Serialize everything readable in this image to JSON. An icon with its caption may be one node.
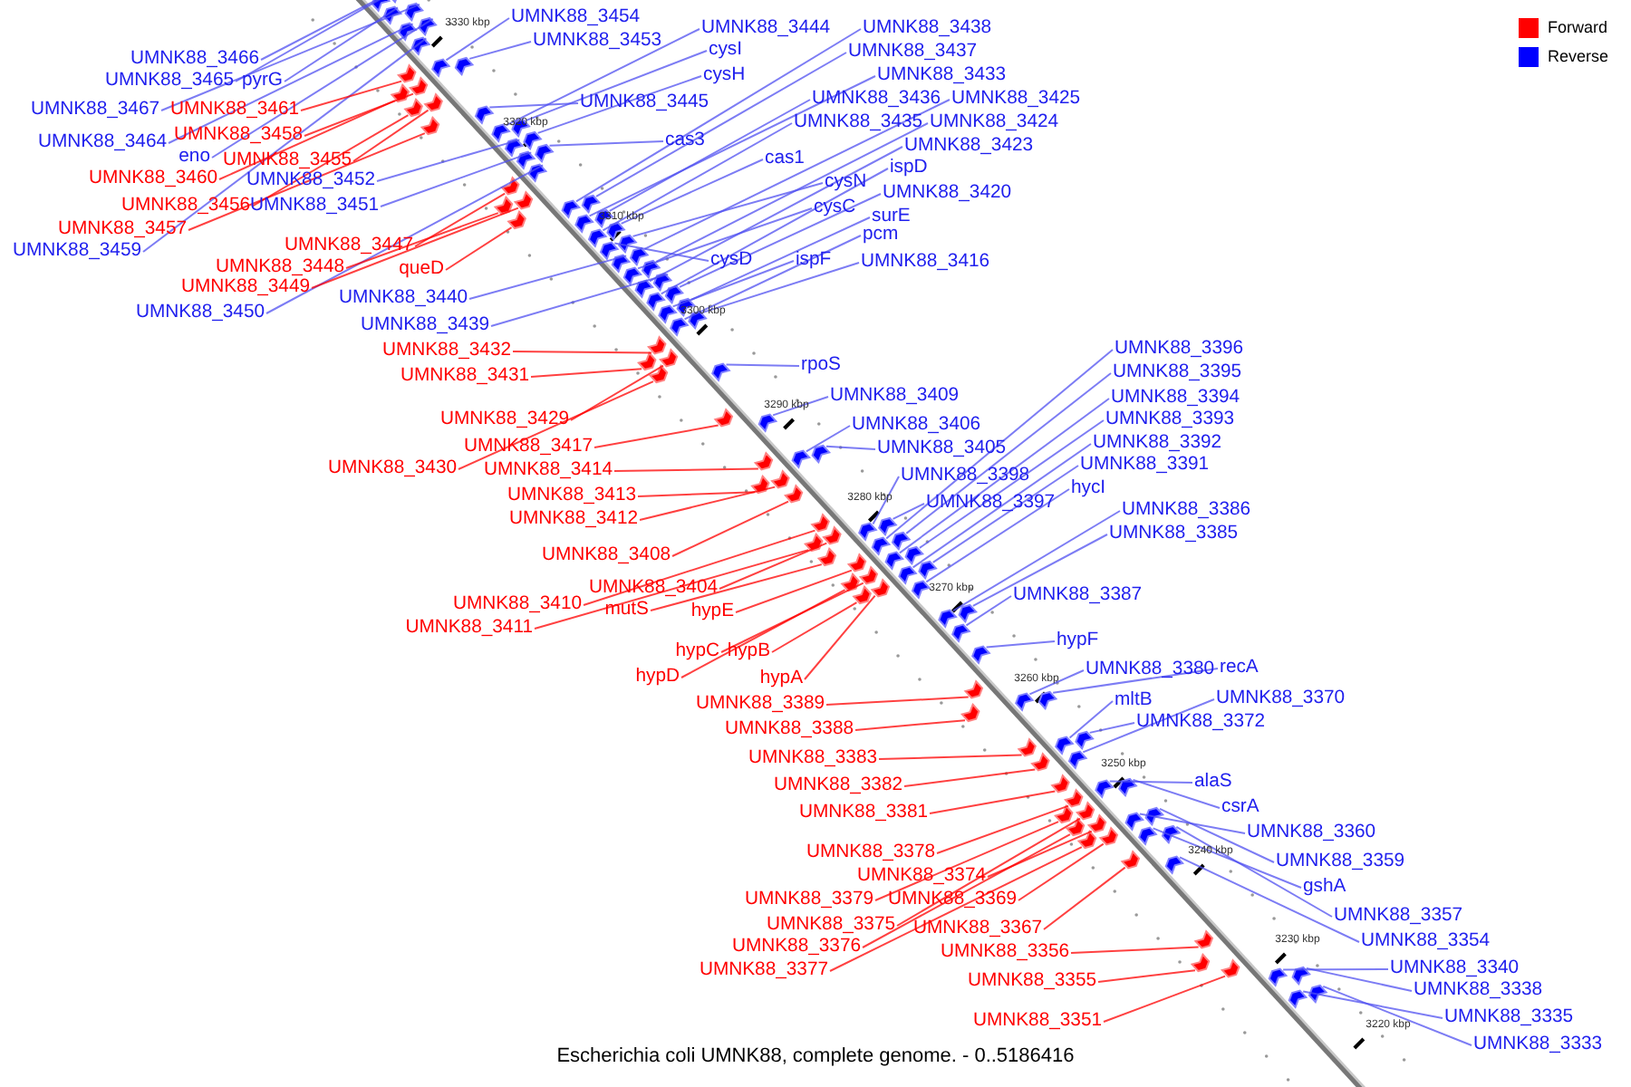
{
  "diagram": {
    "caption": "Escherichia coli UMNK88, complete genome. - 0..5186416",
    "nodes": [
      {
        "text": [
          "UMNK88_3466"
        ]
      },
      {
        "text": [
          "UMNK88_3465"
        ]
      },
      {
        "text": [
          "pyrG"
        ]
      },
      {
        "text": [
          "UMNK88_3467"
        ]
      },
      {
        "text": [
          "UMNK88_3464"
        ]
      },
      {
        "text": [
          "eno"
        ]
      },
      {
        "text": [
          "UMNK88_3452"
        ]
      },
      {
        "text": [
          "UMNK88_3451"
        ]
      },
      {
        "text": [
          "UMNK88_3459"
        ]
      },
      {
        "text": [
          "UMNK88_3450"
        ]
      },
      {
        "text": [
          "UMNK88_3440"
        ]
      },
      {
        "text": [
          "UMNK88_3439"
        ]
      },
      {
        "text": [
          "UMNK88_3461"
        ]
      },
      {
        "text": [
          "UMNK88_3458"
        ]
      },
      {
        "text": [
          "UMNK88_3455"
        ]
      },
      {
        "text": [
          "UMNK88_3460"
        ]
      },
      {
        "text": [
          "UMNK88_3456"
        ]
      },
      {
        "text": [
          "UMNK88_3457"
        ]
      },
      {
        "text": [
          "UMNK88_3447"
        ]
      },
      {
        "text": [
          "UMNK88_3448"
        ]
      },
      {
        "text": [
          "UMNK88_3449"
        ]
      },
      {
        "text": [
          "queD"
        ]
      },
      {
        "text": [
          "UMNK88_3432"
        ]
      },
      {
        "text": [
          "UMNK88_3431"
        ]
      },
      {
        "text": [
          "UMNK88_3429"
        ]
      },
      {
        "text": [
          "UMNK88_3417"
        ]
      },
      {
        "text": [
          "UMNK88_3430"
        ]
      },
      {
        "text": [
          "UMNK88_3414"
        ]
      },
      {
        "text": [
          "UMNK88_3413"
        ]
      },
      {
        "text": [
          "UMNK88_3412"
        ]
      },
      {
        "text": [
          "UMNK88_3408"
        ]
      },
      {
        "text": [
          "UMNK88_3404"
        ]
      },
      {
        "text": [
          "UMNK88_3410"
        ]
      },
      {
        "text": [
          "mutS"
        ]
      },
      {
        "text": [
          "hypE"
        ]
      },
      {
        "text": [
          "UMNK88_3411"
        ]
      },
      {
        "text": [
          "hypC"
        ]
      },
      {
        "text": [
          "hypB"
        ]
      },
      {
        "text": [
          "hypD"
        ]
      },
      {
        "text": [
          "hypA"
        ]
      },
      {
        "text": [
          "UMNK88_3389"
        ]
      },
      {
        "text": [
          "UMNK88_3388"
        ]
      },
      {
        "text": [
          "UMNK88_3383"
        ]
      },
      {
        "text": [
          "UMNK88_3382"
        ]
      },
      {
        "text": [
          "UMNK88_3381"
        ]
      },
      {
        "text": [
          "UMNK88_3378"
        ]
      },
      {
        "text": [
          "UMNK88_3374"
        ]
      },
      {
        "text": [
          "UMNK88_3379"
        ]
      },
      {
        "text": [
          "UMNK88_3369"
        ]
      },
      {
        "text": [
          "UMNK88_3375"
        ]
      },
      {
        "text": [
          "UMNK88_3367"
        ]
      },
      {
        "text": [
          "UMNK88_3376"
        ]
      },
      {
        "text": [
          "UMNK88_3356"
        ]
      },
      {
        "text": [
          "UMNK88_3377"
        ]
      },
      {
        "text": [
          "UMNK88_3355"
        ]
      },
      {
        "text": [
          "UMNK88_3351"
        ]
      },
      {
        "text": [
          "UMNK88_3454"
        ]
      },
      {
        "text": [
          "UMNK88_3453"
        ]
      },
      {
        "text": [
          "UMNK88_3444"
        ]
      },
      {
        "text": [
          "cysI"
        ]
      },
      {
        "text": [
          "cysH"
        ]
      },
      {
        "text": [
          "UMNK88_3445"
        ]
      },
      {
        "text": [
          "cas3"
        ]
      },
      {
        "text": [
          "cas1"
        ]
      },
      {
        "text": [
          "UMNK88_3438"
        ]
      },
      {
        "text": [
          "UMNK88_3437"
        ]
      },
      {
        "text": [
          "UMNK88_3433"
        ]
      },
      {
        "text": [
          "UMNK88_3436"
        ]
      },
      {
        "text": [
          "UMNK88_3425"
        ]
      },
      {
        "text": [
          "UMNK88_3435"
        ]
      },
      {
        "text": [
          "UMNK88_3424"
        ]
      },
      {
        "text": [
          "UMNK88_3423"
        ]
      },
      {
        "text": [
          "ispD"
        ]
      },
      {
        "text": [
          "cysN"
        ]
      },
      {
        "text": [
          "UMNK88_3420"
        ]
      },
      {
        "text": [
          "cysC"
        ]
      },
      {
        "text": [
          "surE"
        ]
      },
      {
        "text": [
          "pcm"
        ]
      },
      {
        "text": [
          "cysD"
        ]
      },
      {
        "text": [
          "ispF"
        ]
      },
      {
        "text": [
          "UMNK88_3416"
        ]
      },
      {
        "text": [
          "rpoS"
        ]
      },
      {
        "text": [
          "UMNK88_3409"
        ]
      },
      {
        "text": [
          "UMNK88_3406"
        ]
      },
      {
        "text": [
          "UMNK88_3405"
        ]
      },
      {
        "text": [
          "UMNK88_3398"
        ]
      },
      {
        "text": [
          "UMNK88_3397"
        ]
      },
      {
        "text": [
          "UMNK88_3396"
        ]
      },
      {
        "text": [
          "UMNK88_3395"
        ]
      },
      {
        "text": [
          "UMNK88_3394"
        ]
      },
      {
        "text": [
          "UMNK88_3393"
        ]
      },
      {
        "text": [
          "UMNK88_3392"
        ]
      },
      {
        "text": [
          "UMNK88_3391"
        ]
      },
      {
        "text": [
          "hycI"
        ]
      },
      {
        "text": [
          "UMNK88_3386"
        ]
      },
      {
        "text": [
          "UMNK88_3385"
        ]
      },
      {
        "text": [
          "UMNK88_3387"
        ]
      },
      {
        "text": [
          "hypF"
        ]
      },
      {
        "text": [
          "UMNK88_3380"
        ]
      },
      {
        "text": [
          "recA"
        ]
      },
      {
        "text": [
          "mltB"
        ]
      },
      {
        "text": [
          "UMNK88_3370"
        ]
      },
      {
        "text": [
          "UMNK88_3372"
        ]
      },
      {
        "text": [
          "alaS"
        ]
      },
      {
        "text": [
          "csrA"
        ]
      },
      {
        "text": [
          "UMNK88_3360"
        ]
      },
      {
        "text": [
          "UMNK88_3359"
        ]
      },
      {
        "text": [
          "gshA"
        ]
      },
      {
        "text": [
          "UMNK88_3357"
        ]
      },
      {
        "text": [
          "UMNK88_3354"
        ]
      },
      {
        "text": [
          "UMNK88_3340"
        ]
      },
      {
        "text": [
          "UMNK88_3338"
        ]
      },
      {
        "text": [
          "UMNK88_3335"
        ]
      },
      {
        "text": [
          "UMNK88_3333"
        ]
      },
      {
        "text": [],
        "shape": "arrow"
      },
      {
        "text": [],
        "shape": "arrow"
      },
      {
        "text": [],
        "shape": "arrow"
      },
      {
        "text": [],
        "shape": "arrow"
      },
      {
        "text": [],
        "shape": "arrow"
      },
      {
        "text": [],
        "shape": "arrow"
      },
      {
        "text": [],
        "shape": "arrow"
      },
      {
        "text": [],
        "shape": "arrow"
      },
      {
        "text": [],
        "shape": "arrow"
      },
      {
        "text": [],
        "shape": "arrow"
      },
      {
        "text": [],
        "shape": "arrow"
      },
      {
        "text": [],
        "shape": "arrow"
      },
      {
        "text": [],
        "shape": "arrow"
      },
      {
        "text": [],
        "shape": "arrow"
      },
      {
        "text": [],
        "shape": "arrow"
      },
      {
        "text": [],
        "shape": "arrow"
      },
      {
        "text": [],
        "shape": "arrow"
      },
      {
        "text": [],
        "shape": "arrow"
      },
      {
        "text": [],
        "shape": "arrow"
      },
      {
        "text": [],
        "shape": "arrow"
      },
      {
        "text": [],
        "shape": "arrow"
      },
      {
        "text": [],
        "shape": "arrow"
      },
      {
        "text": [],
        "shape": "arrow"
      },
      {
        "text": [],
        "shape": "arrow"
      },
      {
        "text": [],
        "shape": "arrow"
      },
      {
        "text": [],
        "shape": "arrow"
      },
      {
        "text": [],
        "shape": "arrow"
      },
      {
        "text": [],
        "shape": "arrow"
      },
      {
        "text": [],
        "shape": "arrow"
      },
      {
        "text": [],
        "shape": "arrow"
      },
      {
        "text": [],
        "shape": "arrow"
      },
      {
        "text": [],
        "shape": "arrow"
      },
      {
        "text": [],
        "shape": "arrow"
      },
      {
        "text": [],
        "shape": "arrow"
      },
      {
        "text": [],
        "shape": "arrow"
      },
      {
        "text": [],
        "shape": "arrow"
      },
      {
        "text": [],
        "shape": "arrow"
      },
      {
        "text": [],
        "shape": "arrow"
      },
      {
        "text": [],
        "shape": "arrow"
      },
      {
        "text": [],
        "shape": "arrow"
      },
      {
        "text": [],
        "shape": "arrow"
      },
      {
        "text": [],
        "shape": "arrow"
      },
      {
        "text": [],
        "shape": "arrow"
      },
      {
        "text": [],
        "shape": "arrow"
      },
      {
        "text": [],
        "shape": "arrow"
      },
      {
        "text": [],
        "shape": "arrow"
      },
      {
        "text": [],
        "shape": "arrow"
      },
      {
        "text": [],
        "shape": "arrow"
      },
      {
        "text": [],
        "shape": "arrow"
      },
      {
        "text": [],
        "shape": "arrow"
      },
      {
        "text": [],
        "shape": "arrow"
      },
      {
        "text": [],
        "shape": "arrow"
      },
      {
        "text": [],
        "shape": "arrow"
      },
      {
        "text": [],
        "shape": "arrow"
      },
      {
        "text": [],
        "shape": "arrow"
      },
      {
        "text": [],
        "shape": "arrow"
      },
      {
        "text": [],
        "shape": "arrow"
      },
      {
        "text": [],
        "shape": "arrow"
      },
      {
        "text": [],
        "shape": "arrow"
      },
      {
        "text": [],
        "shape": "arrow"
      },
      {
        "text": [],
        "shape": "arrow"
      },
      {
        "text": [],
        "shape": "arrow"
      },
      {
        "text": [],
        "shape": "arrow"
      },
      {
        "text": [],
        "shape": "arrow"
      },
      {
        "text": [],
        "shape": "arrow"
      },
      {
        "text": [],
        "shape": "arrow"
      },
      {
        "text": [],
        "shape": "arrow"
      },
      {
        "text": [],
        "shape": "arrow"
      },
      {
        "text": [],
        "shape": "arrow"
      },
      {
        "text": [],
        "shape": "arrow"
      },
      {
        "text": [],
        "shape": "arrow"
      },
      {
        "text": [],
        "shape": "arrow"
      },
      {
        "text": [],
        "shape": "arrow"
      },
      {
        "text": [],
        "shape": "arrow"
      },
      {
        "text": [],
        "shape": "arrow"
      },
      {
        "text": [],
        "shape": "arrow"
      },
      {
        "text": [],
        "shape": "arrow"
      },
      {
        "text": [],
        "shape": "arrow"
      },
      {
        "text": [],
        "shape": "arrow"
      },
      {
        "text": [],
        "shape": "arrow"
      },
      {
        "text": [],
        "shape": "arrow"
      },
      {
        "text": [],
        "shape": "arrow"
      },
      {
        "text": [],
        "shape": "arrow"
      },
      {
        "text": [],
        "shape": "arrow"
      },
      {
        "text": [],
        "shape": "arrow"
      },
      {
        "text": [],
        "shape": "arrow"
      },
      {
        "text": [],
        "shape": "arrow"
      },
      {
        "text": [],
        "shape": "arrow"
      },
      {
        "text": [],
        "shape": "arrow"
      },
      {
        "text": [],
        "shape": "arrow"
      },
      {
        "text": [],
        "shape": "arrow"
      },
      {
        "text": [],
        "shape": "arrow"
      },
      {
        "text": [],
        "shape": "arrow"
      },
      {
        "text": [],
        "shape": "arrow"
      },
      {
        "text": [],
        "shape": "arrow"
      },
      {
        "text": [],
        "shape": "arrow"
      },
      {
        "text": [],
        "shape": "arrow"
      },
      {
        "text": [],
        "shape": "arrow"
      },
      {
        "text": [],
        "shape": "arrow"
      },
      {
        "text": [],
        "shape": "arrow"
      },
      {
        "text": [],
        "shape": "arrow"
      },
      {
        "text": [],
        "shape": "arrow"
      },
      {
        "text": [],
        "shape": "arrow"
      },
      {
        "text": [],
        "shape": "arrow"
      },
      {
        "text": [],
        "shape": "arrow"
      },
      {
        "text": [],
        "shape": "arrow"
      },
      {
        "text": [],
        "shape": "arrow"
      },
      {
        "text": [],
        "shape": "arrow"
      },
      {
        "text": [],
        "shape": "arrow"
      },
      {
        "text": [],
        "shape": "arrow"
      },
      {
        "text": [],
        "shape": "arrow"
      },
      {
        "text": [],
        "shape": "arrow"
      },
      {
        "text": [],
        "shape": "arrow"
      },
      {
        "text": [],
        "shape": "arrow"
      }
    ],
    "edges": [
      {
        "from": 0,
        "to": 114,
        "arrow": "none"
      },
      {
        "from": 1,
        "to": 115,
        "arrow": "none"
      },
      {
        "from": 2,
        "to": 116,
        "arrow": "none"
      },
      {
        "from": 3,
        "to": 117,
        "arrow": "none"
      },
      {
        "from": 4,
        "to": 118,
        "arrow": "none"
      },
      {
        "from": 5,
        "to": 119,
        "arrow": "none"
      },
      {
        "from": 6,
        "to": 120,
        "arrow": "none"
      },
      {
        "from": 7,
        "to": 121,
        "arrow": "none"
      },
      {
        "from": 8,
        "to": 122,
        "arrow": "none"
      },
      {
        "from": 9,
        "to": 123,
        "arrow": "none"
      },
      {
        "from": 10,
        "to": 124,
        "arrow": "none"
      },
      {
        "from": 11,
        "to": 125,
        "arrow": "none"
      },
      {
        "from": 12,
        "to": 126,
        "arrow": "none",
        "color": "#ff0000"
      },
      {
        "from": 13,
        "to": 127,
        "arrow": "none",
        "color": "#ff0000"
      },
      {
        "from": 14,
        "to": 128,
        "arrow": "none",
        "color": "#ff0000"
      },
      {
        "from": 15,
        "to": 129,
        "arrow": "none",
        "color": "#ff0000"
      },
      {
        "from": 16,
        "to": 130,
        "arrow": "none",
        "color": "#ff0000"
      },
      {
        "from": 17,
        "to": 131,
        "arrow": "none",
        "color": "#ff0000"
      },
      {
        "from": 18,
        "to": 132,
        "arrow": "none",
        "color": "#ff0000"
      },
      {
        "from": 19,
        "to": 133,
        "arrow": "none",
        "color": "#ff0000"
      },
      {
        "from": 20,
        "to": 134,
        "arrow": "none",
        "color": "#ff0000"
      },
      {
        "from": 21,
        "to": 135,
        "arrow": "none",
        "color": "#ff0000"
      },
      {
        "from": 22,
        "to": 136,
        "arrow": "none",
        "color": "#ff0000"
      },
      {
        "from": 23,
        "to": 137,
        "arrow": "none",
        "color": "#ff0000"
      },
      {
        "from": 24,
        "to": 138,
        "arrow": "none",
        "color": "#ff0000"
      },
      {
        "from": 25,
        "to": 139,
        "arrow": "none",
        "color": "#ff0000"
      },
      {
        "from": 26,
        "to": 140,
        "arrow": "none",
        "color": "#ff0000"
      },
      {
        "from": 27,
        "to": 141,
        "arrow": "none",
        "color": "#ff0000"
      },
      {
        "from": 28,
        "to": 142,
        "arrow": "none",
        "color": "#ff0000"
      },
      {
        "from": 29,
        "to": 143,
        "arrow": "none",
        "color": "#ff0000"
      },
      {
        "from": 30,
        "to": 144,
        "arrow": "none",
        "color": "#ff0000"
      },
      {
        "from": 31,
        "to": 145,
        "arrow": "none",
        "color": "#ff0000"
      },
      {
        "from": 32,
        "to": 146,
        "arrow": "none",
        "color": "#ff0000"
      },
      {
        "from": 33,
        "to": 147,
        "arrow": "none",
        "color": "#ff0000"
      },
      {
        "from": 34,
        "to": 148,
        "arrow": "none",
        "color": "#ff0000"
      },
      {
        "from": 35,
        "to": 149,
        "arrow": "none",
        "color": "#ff0000"
      },
      {
        "from": 36,
        "to": 150,
        "arrow": "none",
        "color": "#ff0000"
      },
      {
        "from": 37,
        "to": 151,
        "arrow": "none",
        "color": "#ff0000"
      },
      {
        "from": 38,
        "to": 152,
        "arrow": "none",
        "color": "#ff0000"
      },
      {
        "from": 39,
        "to": 153,
        "arrow": "none",
        "color": "#ff0000"
      },
      {
        "from": 40,
        "to": 154,
        "arrow": "none",
        "color": "#ff0000"
      },
      {
        "from": 41,
        "to": 155,
        "arrow": "none",
        "color": "#ff0000"
      },
      {
        "from": 42,
        "to": 156,
        "arrow": "none",
        "color": "#ff0000"
      },
      {
        "from": 43,
        "to": 157,
        "arrow": "none",
        "color": "#ff0000"
      },
      {
        "from": 44,
        "to": 158,
        "arrow": "none",
        "color": "#ff0000"
      },
      {
        "from": 45,
        "to": 159,
        "arrow": "none",
        "color": "#ff0000"
      },
      {
        "from": 46,
        "to": 160,
        "arrow": "none",
        "color": "#ff0000"
      },
      {
        "from": 47,
        "to": 161,
        "arrow": "none",
        "color": "#ff0000"
      },
      {
        "from": 48,
        "to": 162,
        "arrow": "none",
        "color": "#ff0000"
      },
      {
        "from": 49,
        "to": 163,
        "arrow": "none",
        "color": "#ff0000"
      },
      {
        "from": 50,
        "to": 164,
        "arrow": "none",
        "color": "#ff0000"
      },
      {
        "from": 51,
        "to": 165,
        "arrow": "none",
        "color": "#ff0000"
      },
      {
        "from": 52,
        "to": 166,
        "arrow": "none",
        "color": "#ff0000"
      },
      {
        "from": 53,
        "to": 167,
        "arrow": "none",
        "color": "#ff0000"
      },
      {
        "from": 54,
        "to": 168,
        "arrow": "none",
        "color": "#ff0000"
      },
      {
        "from": 55,
        "to": 169,
        "arrow": "none",
        "color": "#ff0000"
      },
      {
        "from": 56,
        "to": 170,
        "arrow": "none"
      },
      {
        "from": 57,
        "to": 171,
        "arrow": "none"
      },
      {
        "from": 58,
        "to": 172,
        "arrow": "none"
      },
      {
        "from": 59,
        "to": 173,
        "arrow": "none"
      },
      {
        "from": 60,
        "to": 174,
        "arrow": "none"
      },
      {
        "from": 61,
        "to": 175,
        "arrow": "none"
      },
      {
        "from": 62,
        "to": 176,
        "arrow": "none"
      },
      {
        "from": 63,
        "to": 177,
        "arrow": "none"
      },
      {
        "from": 64,
        "to": 178,
        "arrow": "none"
      },
      {
        "from": 65,
        "to": 179,
        "arrow": "none"
      },
      {
        "from": 66,
        "to": 180,
        "arrow": "none"
      },
      {
        "from": 67,
        "to": 181,
        "arrow": "none"
      },
      {
        "from": 68,
        "to": 182,
        "arrow": "none"
      },
      {
        "from": 69,
        "to": 183,
        "arrow": "none"
      },
      {
        "from": 70,
        "to": 184,
        "arrow": "none"
      },
      {
        "from": 71,
        "to": 185,
        "arrow": "none"
      },
      {
        "from": 72,
        "to": 186,
        "arrow": "none"
      },
      {
        "from": 73,
        "to": 187,
        "arrow": "none"
      },
      {
        "from": 74,
        "to": 188,
        "arrow": "none"
      },
      {
        "from": 75,
        "to": 189,
        "arrow": "none"
      },
      {
        "from": 76,
        "to": 190,
        "arrow": "none"
      },
      {
        "from": 77,
        "to": 191,
        "arrow": "none"
      },
      {
        "from": 78,
        "to": 192,
        "arrow": "none"
      },
      {
        "from": 79,
        "to": 193,
        "arrow": "none"
      },
      {
        "from": 80,
        "to": 194,
        "arrow": "none"
      },
      {
        "from": 81,
        "to": 195,
        "arrow": "none"
      },
      {
        "from": 82,
        "to": 196,
        "arrow": "none"
      },
      {
        "from": 83,
        "to": 197,
        "arrow": "none"
      },
      {
        "from": 84,
        "to": 198,
        "arrow": "none"
      },
      {
        "from": 85,
        "to": 199,
        "arrow": "none"
      },
      {
        "from": 86,
        "to": 200,
        "arrow": "none"
      },
      {
        "from": 87,
        "to": 201,
        "arrow": "none"
      },
      {
        "from": 88,
        "to": 202,
        "arrow": "none"
      },
      {
        "from": 89,
        "to": 203,
        "arrow": "none"
      },
      {
        "from": 90,
        "to": 204,
        "arrow": "none"
      },
      {
        "from": 91,
        "to": 205,
        "arrow": "none"
      },
      {
        "from": 92,
        "to": 206,
        "arrow": "none"
      },
      {
        "from": 93,
        "to": 207,
        "arrow": "none"
      },
      {
        "from": 94,
        "to": 208,
        "arrow": "none"
      },
      {
        "from": 95,
        "to": 209,
        "arrow": "none"
      },
      {
        "from": 96,
        "to": 210,
        "arrow": "none"
      },
      {
        "from": 97,
        "to": 211,
        "arrow": "none"
      },
      {
        "from": 98,
        "to": 212,
        "arrow": "none"
      },
      {
        "from": 99,
        "to": 213,
        "arrow": "none"
      },
      {
        "from": 100,
        "to": 214,
        "arrow": "none"
      },
      {
        "from": 101,
        "to": 215,
        "arrow": "none"
      },
      {
        "from": 102,
        "to": 216,
        "arrow": "none"
      },
      {
        "from": 103,
        "to": 217,
        "arrow": "none"
      },
      {
        "from": 104,
        "to": 218,
        "arrow": "none"
      },
      {
        "from": 105,
        "to": 219,
        "arrow": "none"
      },
      {
        "from": 106,
        "to": 220,
        "arrow": "none"
      },
      {
        "from": 107,
        "to": 221,
        "arrow": "none"
      },
      {
        "from": 108,
        "to": 222,
        "arrow": "none"
      },
      {
        "from": 109,
        "to": 223,
        "arrow": "none"
      },
      {
        "from": 110,
        "to": 224,
        "arrow": "none"
      },
      {
        "from": 111,
        "to": 225,
        "arrow": "none"
      },
      {
        "from": 112,
        "to": 226,
        "arrow": "none"
      },
      {
        "from": 113,
        "to": 227,
        "arrow": "none"
      }
    ],
    "labels": [
      "3330 kbp",
      "3320 kbp",
      "3310 kbp",
      "3300 kbp",
      "3290 kbp",
      "3280 kbp",
      "3270 kbp",
      "3260 kbp",
      "3250 kbp",
      "3240 kbp",
      "3230 kbp",
      "3220 kbp"
    ],
    "legend": [
      {
        "text": "Forward",
        "color": "#ff0000"
      },
      {
        "text": "Reverse",
        "color": "#0000ff"
      }
    ]
  }
}
